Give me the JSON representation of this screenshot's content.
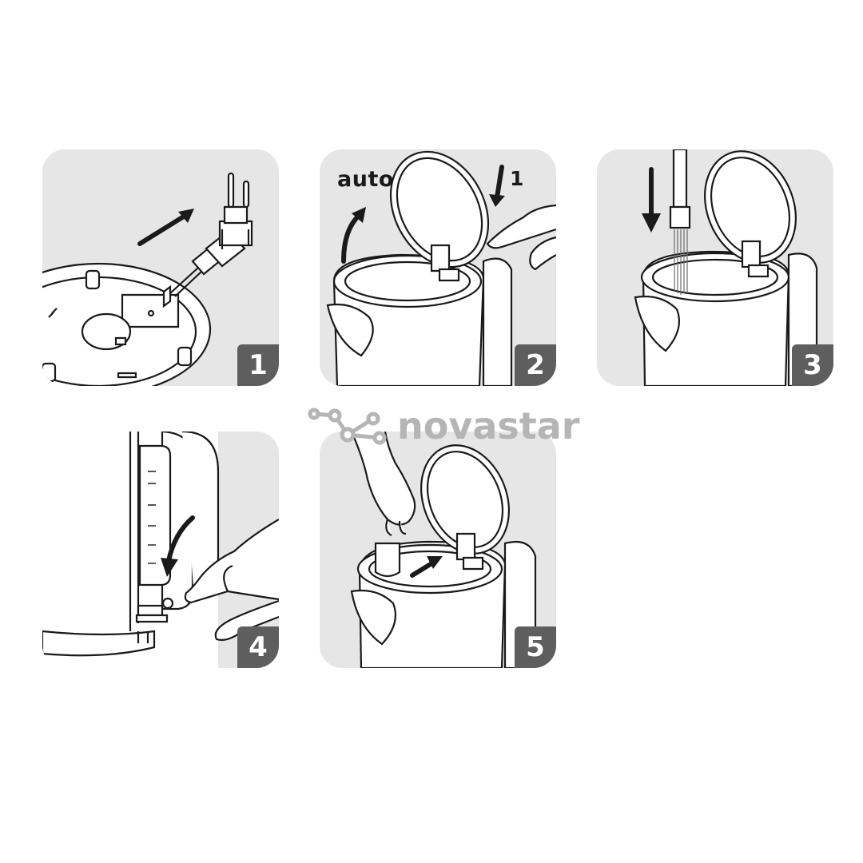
{
  "steps": [
    {
      "number": "1",
      "icons": [
        "kettle-base-icon",
        "power-plug-icon",
        "arrow-icon"
      ]
    },
    {
      "number": "2",
      "labels": {
        "auto": "auto",
        "one": "1"
      },
      "icons": [
        "kettle-open-lid-icon",
        "finger-press-icon",
        "arrow-icon"
      ]
    },
    {
      "number": "3",
      "icons": [
        "kettle-open-lid-icon",
        "water-tap-icon",
        "arrow-icon"
      ]
    },
    {
      "number": "4",
      "icons": [
        "kettle-water-gauge-icon",
        "hand-press-icon",
        "arrow-icon"
      ]
    },
    {
      "number": "5",
      "icons": [
        "kettle-open-lid-icon",
        "hand-filter-icon",
        "arrow-icon"
      ]
    }
  ],
  "watermark": {
    "text": "novastar"
  },
  "colors": {
    "panel": "#e6e6e6",
    "badge": "#5e5e5e",
    "line": "#1a1a1a",
    "watermark": "#b5b5b5"
  }
}
